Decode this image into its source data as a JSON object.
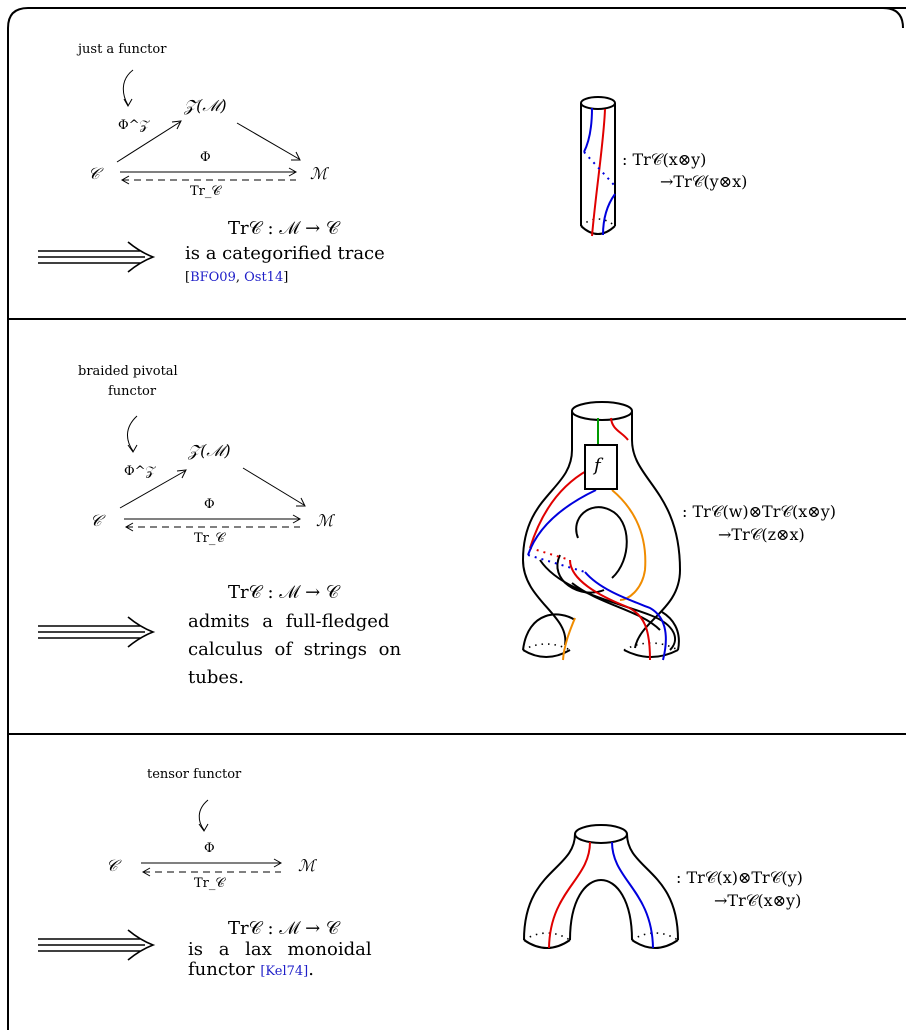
{
  "panel1": {
    "annotation": "just a functor",
    "node_center": "𝒵(ℳ)",
    "node_left": "𝒞",
    "node_right": "ℳ",
    "arrow_lift": "Φ^𝒵",
    "arrow_top": "Φ",
    "arrow_bottom": "Tr_𝒞",
    "stmt_line1": "Tr𝒞 : ℳ → 𝒞",
    "stmt_line2": "is a categorified trace",
    "cite_open": "[",
    "cite1": "BFO09",
    "cite_sep": ", ",
    "cite2": "Ost14",
    "cite_close": "]",
    "map_line1": ": Tr𝒞(x⊗y)",
    "map_line2": "→Tr𝒞(y⊗x)"
  },
  "panel2": {
    "annotation_line1": "braided pivotal",
    "annotation_line2": "functor",
    "node_center": "𝒵(ℳ)",
    "node_left": "𝒞",
    "node_right": "ℳ",
    "arrow_lift": "Φ^𝒵",
    "arrow_top": "Φ",
    "arrow_bottom": "Tr_𝒞",
    "stmt_line1": "Tr𝒞 : ℳ → 𝒞",
    "stmt_line2": "admits a full-fledged",
    "stmt_line3": "calculus of strings on",
    "stmt_line4": "tubes.",
    "box_label": "f",
    "map_line1": ": Tr𝒞(w)⊗Tr𝒞(x⊗y)",
    "map_line2": "→Tr𝒞(z⊗x)"
  },
  "panel3": {
    "annotation": "tensor functor",
    "node_left": "𝒞",
    "node_right": "ℳ",
    "arrow_top": "Φ",
    "arrow_bottom": "Tr_𝒞",
    "stmt_line1": "Tr𝒞 : ℳ → 𝒞",
    "stmt_line2": "is a lax monoidal",
    "stmt_line3": "functor",
    "cite": "[Kel74]",
    "cite_after": ".",
    "map_line1": ": Tr𝒞(x)⊗Tr𝒞(y)",
    "map_line2": "→Tr𝒞(x⊗y)"
  },
  "colors": {
    "red": "#e00000",
    "blue": "#0000dd",
    "green": "#009a00",
    "orange": "#f08c00",
    "cite": "#1e1ec8"
  }
}
